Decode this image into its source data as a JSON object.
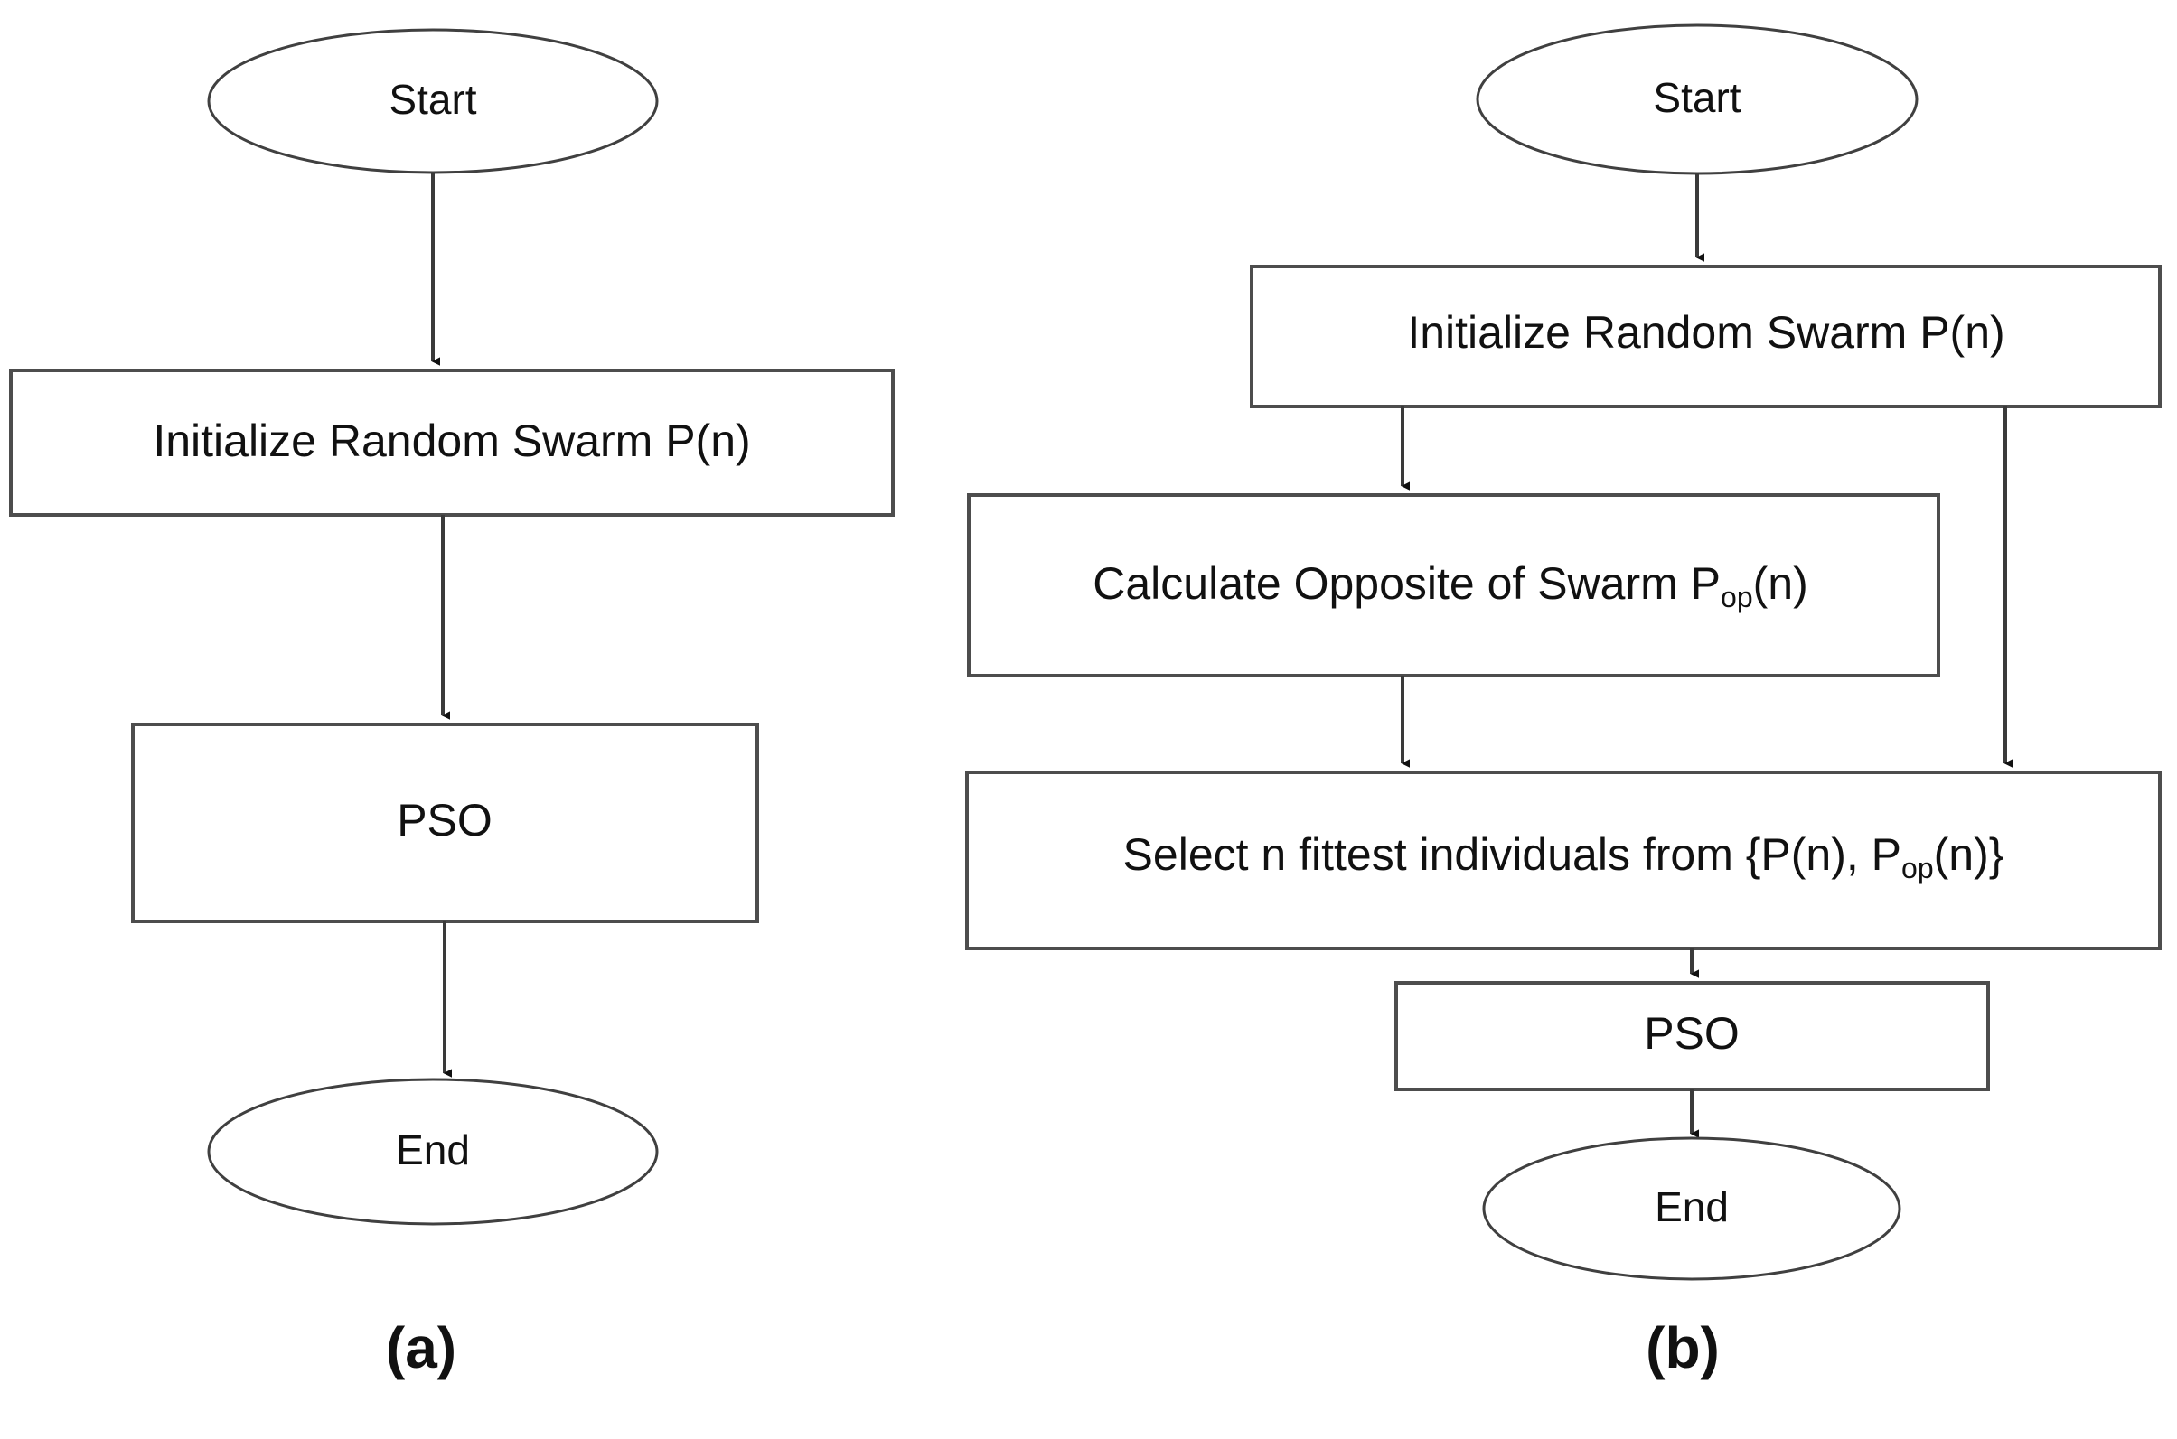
{
  "figure": {
    "type": "flowchart",
    "background_color": "#ffffff",
    "node_fill_color": "#ffffff",
    "node_stroke_color": "#4d4d4d",
    "edge_color": "#3a3a3a",
    "text_color": "#111111"
  },
  "panels": [
    {
      "id": "a",
      "caption": "(a)",
      "nodes": [
        {
          "id": "a-start",
          "shape": "ellipse",
          "label": "Start"
        },
        {
          "id": "a-init",
          "shape": "rectangle",
          "label": "Initialize Random Swarm P(n)"
        },
        {
          "id": "a-pso",
          "shape": "rectangle",
          "label": "PSO"
        },
        {
          "id": "a-end",
          "shape": "ellipse",
          "label": "End"
        }
      ],
      "edges": [
        {
          "from": "a-start",
          "to": "a-init",
          "arrow": "down"
        },
        {
          "from": "a-init",
          "to": "a-pso",
          "arrow": "down"
        },
        {
          "from": "a-pso",
          "to": "a-end",
          "arrow": "down"
        }
      ]
    },
    {
      "id": "b",
      "caption": "(b)",
      "nodes": [
        {
          "id": "b-start",
          "shape": "ellipse",
          "label": "Start"
        },
        {
          "id": "b-init",
          "shape": "rectangle",
          "label": "Initialize Random Swarm P(n)"
        },
        {
          "id": "b-opposite",
          "shape": "rectangle",
          "label_prefix": "Calculate Opposite of Swarm P",
          "label_subscript": "op",
          "label_suffix": "(n)"
        },
        {
          "id": "b-select",
          "shape": "rectangle",
          "label_prefix": "Select n fittest individuals from {P(n), P",
          "label_subscript": "op",
          "label_suffix": "(n)}"
        },
        {
          "id": "b-pso",
          "shape": "rectangle",
          "label": "PSO"
        },
        {
          "id": "b-end",
          "shape": "ellipse",
          "label": "End"
        }
      ],
      "edges": [
        {
          "from": "b-start",
          "to": "b-init",
          "arrow": "down"
        },
        {
          "from": "b-init",
          "to": "b-opposite",
          "arrow": "down"
        },
        {
          "from": "b-init",
          "to": "b-select",
          "arrow": "down"
        },
        {
          "from": "b-opposite",
          "to": "b-select",
          "arrow": "down"
        },
        {
          "from": "b-select",
          "to": "b-pso",
          "arrow": "down"
        },
        {
          "from": "b-pso",
          "to": "b-end",
          "arrow": "down"
        }
      ]
    }
  ]
}
